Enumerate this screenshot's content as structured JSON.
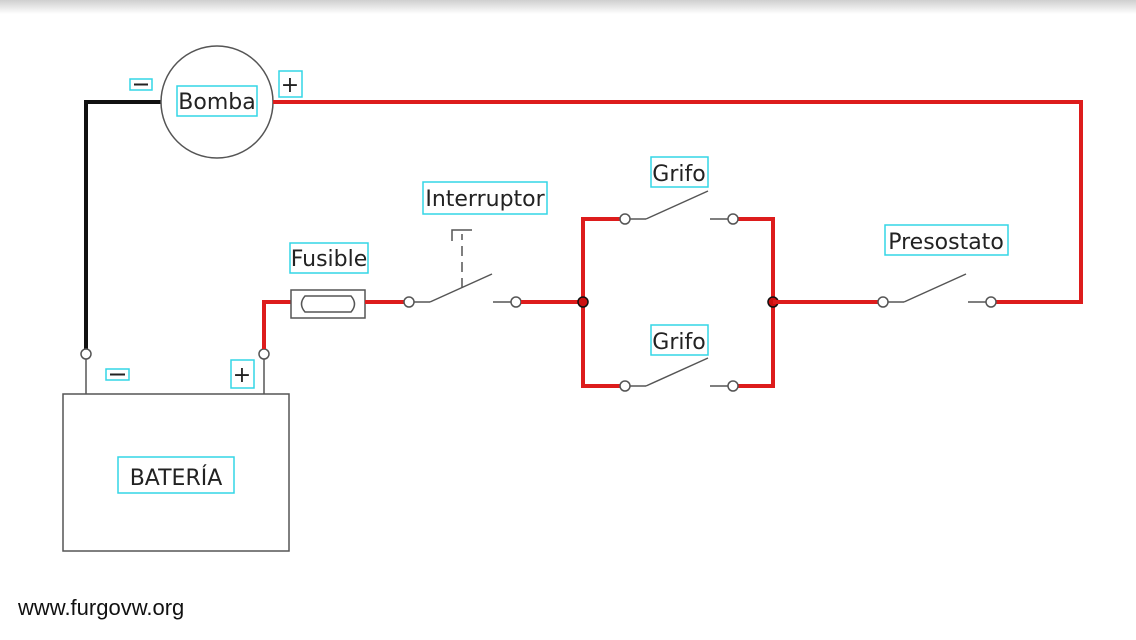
{
  "colors": {
    "live_wire": "#dd1c1c",
    "ground_wire": "#111111",
    "label_box": "#33d6e6",
    "junction": "#cc1111",
    "component_line": "#555555"
  },
  "components": {
    "pump": {
      "label": "Bomba",
      "minus": "−",
      "plus": "+"
    },
    "battery": {
      "label": "BATERÍA",
      "minus": "−",
      "plus": "+"
    },
    "fuse": {
      "label": "Fusible"
    },
    "switch": {
      "label": "Interruptor"
    },
    "tap_upper": {
      "label": "Grifo"
    },
    "tap_lower": {
      "label": "Grifo"
    },
    "pressure_switch": {
      "label": "Presostato"
    }
  },
  "watermark": "www.furgovw.org"
}
